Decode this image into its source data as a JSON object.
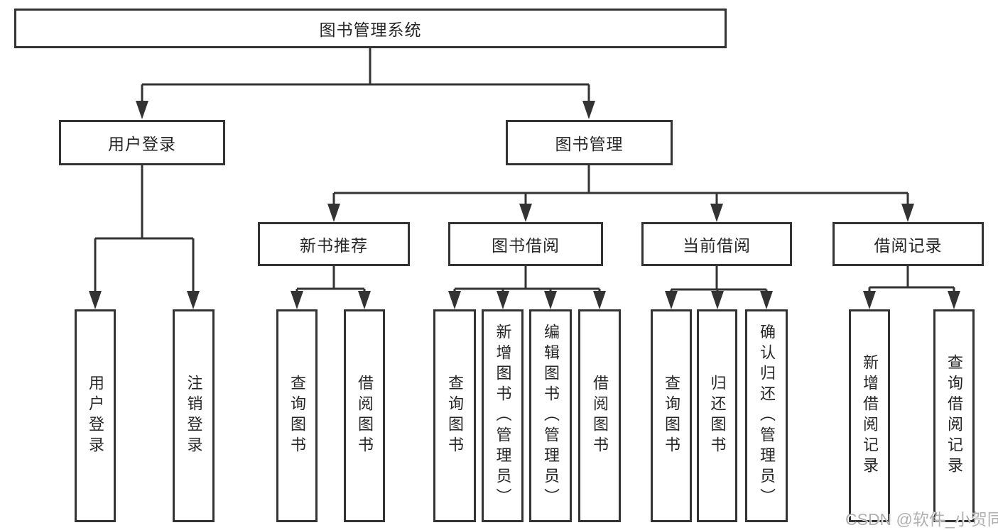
{
  "tree": {
    "root": {
      "label": "图书管理系统"
    },
    "user": {
      "label": "用户登录",
      "children": [
        {
          "label": "用户登录"
        },
        {
          "label": "注销登录"
        }
      ]
    },
    "mgmt": {
      "label": "图书管理",
      "sections": [
        {
          "label": "新书推荐",
          "children": [
            {
              "label": "查询图书"
            },
            {
              "label": "借阅图书"
            }
          ]
        },
        {
          "label": "图书借阅",
          "children": [
            {
              "label": "查询图书"
            },
            {
              "label": "新增图书（管理员）"
            },
            {
              "label": "编辑图书（管理员）"
            },
            {
              "label": "借阅图书"
            }
          ]
        },
        {
          "label": "当前借阅",
          "children": [
            {
              "label": "查询图书"
            },
            {
              "label": "归还图书"
            },
            {
              "label": "确认归还（管理员）"
            }
          ]
        },
        {
          "label": "借阅记录",
          "children": [
            {
              "label": "新增借阅记录"
            },
            {
              "label": "查询借阅记录"
            }
          ]
        }
      ]
    }
  },
  "watermark": "CSDN @软件_小贺同学",
  "colors": {
    "line": "#333333",
    "box_background": "#ffffff",
    "text": "#262626",
    "watermark": "#b0b0b0"
  }
}
